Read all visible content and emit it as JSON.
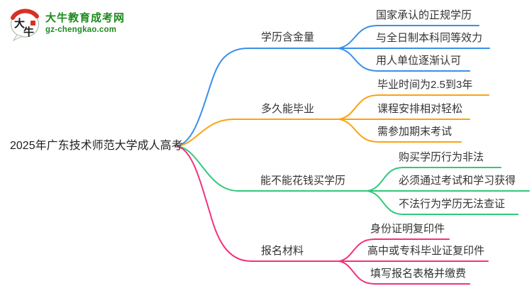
{
  "logo": {
    "title": "大牛教育成考网",
    "domain": "gz-chengkao.com",
    "icon_chars": {
      "first": "大",
      "second": "牛"
    },
    "brand_color": "#1d8a1d",
    "seal_color": "#d93025"
  },
  "central": {
    "text": "2025年广东技术师范大学成人高考"
  },
  "branches": [
    {
      "label": "学历含金量",
      "color": "#3a8fe9",
      "children": [
        {
          "text": "国家承认的正规学历"
        },
        {
          "text": "与全日制本科同等效力"
        },
        {
          "text": "用人单位逐渐认可"
        }
      ]
    },
    {
      "label": "多久能毕业",
      "color": "#fba311",
      "children": [
        {
          "text": "毕业时间为2.5到3年"
        },
        {
          "text": "课程安排相对轻松"
        },
        {
          "text": "需参加期末考试"
        }
      ]
    },
    {
      "label": "能不能花钱买学历",
      "color": "#2fc97c",
      "children": [
        {
          "text": "购买学历行为非法"
        },
        {
          "text": "必须通过考试和学习获得"
        },
        {
          "text": "不法行为学历无法查证"
        }
      ]
    },
    {
      "label": "报名材料",
      "color": "#f5307e",
      "children": [
        {
          "text": "身份证明复印件"
        },
        {
          "text": "高中或专科毕业证复印件"
        },
        {
          "text": "填写报名表格并缴费"
        }
      ]
    }
  ]
}
